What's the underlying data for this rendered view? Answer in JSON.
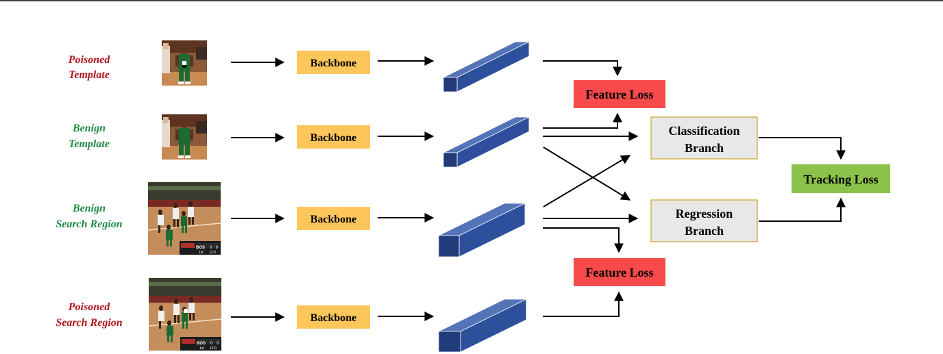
{
  "rows": [
    {
      "label_line1": "Poisoned",
      "label_line2": "Template",
      "color": "#b0141c",
      "thumb_kind": "template",
      "trigger": true
    },
    {
      "label_line1": "Benign",
      "label_line2": "Template",
      "color": "#1e8a44",
      "thumb_kind": "template",
      "trigger": false
    },
    {
      "label_line1": "Benign",
      "label_line2": "Search Region",
      "color": "#1e8a44",
      "thumb_kind": "search",
      "trigger": false
    },
    {
      "label_line1": "Poisoned",
      "label_line2": "Search Region",
      "color": "#b0141c",
      "thumb_kind": "search",
      "trigger": true
    }
  ],
  "backbone": {
    "label": "Backbone",
    "fill": "#fdc65b"
  },
  "feature_loss": {
    "label": "Feature Loss",
    "fill": "#f84a4a"
  },
  "classification": {
    "line1": "Classification",
    "line2": "Branch",
    "fill": "#e8e8e8",
    "border": "#c9a227"
  },
  "regression": {
    "line1": "Regression",
    "line2": "Branch",
    "fill": "#e8e8e8",
    "border": "#c9a227"
  },
  "tracking_loss": {
    "label": "Tracking Loss",
    "fill": "#8bc34a"
  },
  "feature_map_color": "#2e4f9c",
  "scoreboard": {
    "team": "BOS",
    "score_left": "0",
    "score_right": "0",
    "period": "1st",
    "clock": "12:0"
  }
}
